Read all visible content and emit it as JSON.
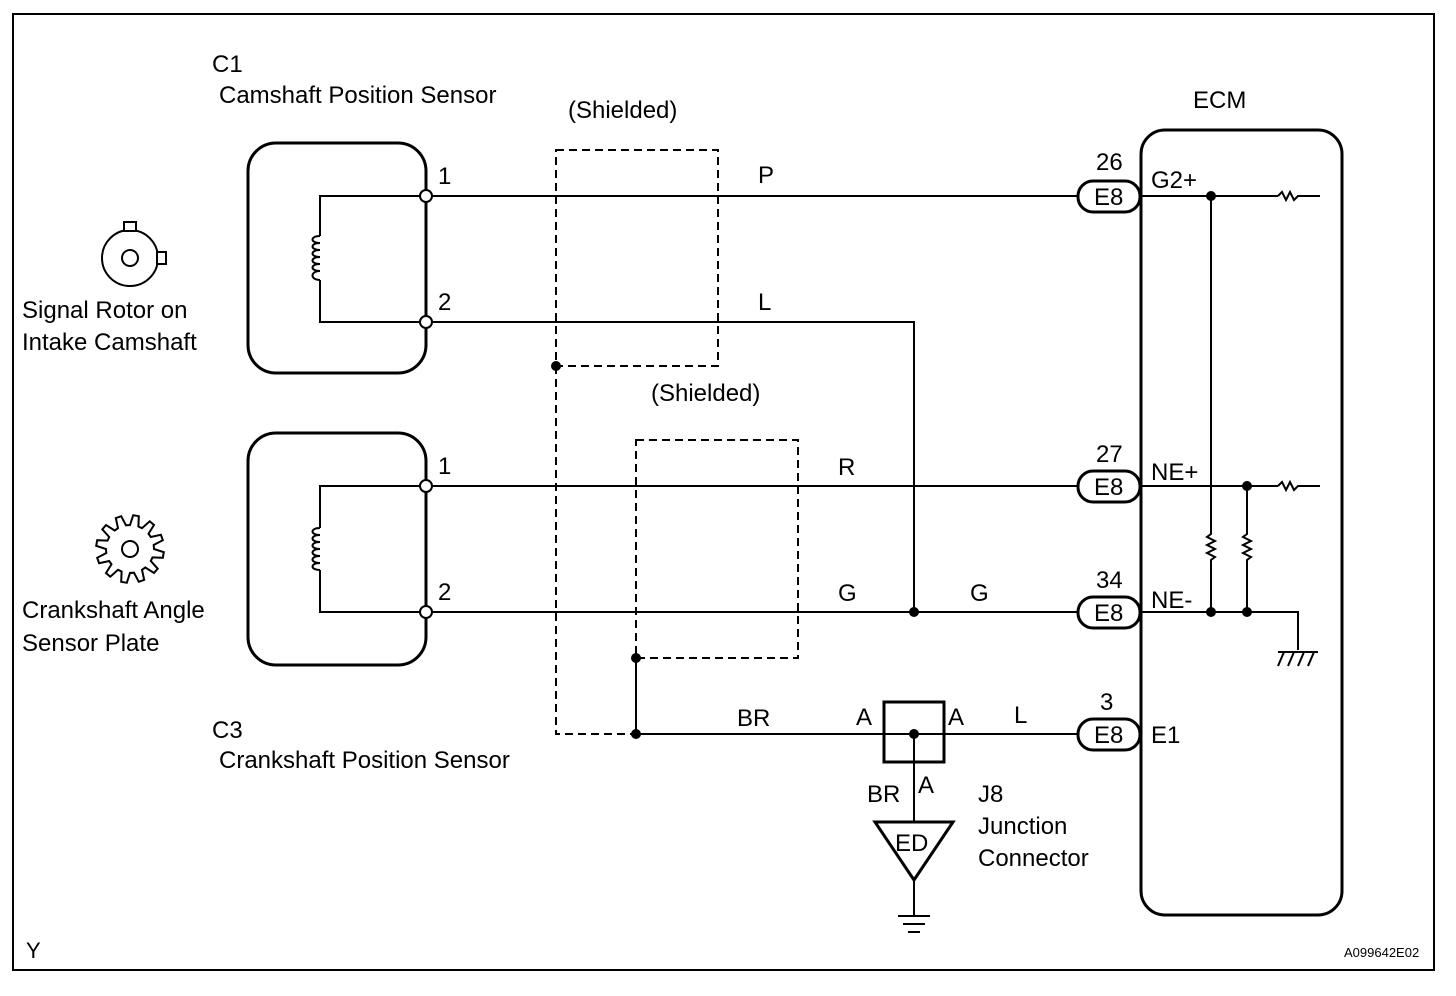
{
  "sensor_cam": {
    "code": "C1",
    "name": "Camshaft Position Sensor",
    "pin1": "1",
    "pin2": "2"
  },
  "sensor_crank": {
    "code": "C3",
    "name": "Crankshaft Position Sensor",
    "pin1": "1",
    "pin2": "2"
  },
  "rotor_cam": {
    "line1": "Signal Rotor on",
    "line2": "Intake Camshaft"
  },
  "rotor_crank": {
    "line1": "Crankshaft Angle",
    "line2": "Sensor Plate"
  },
  "shield_top": "(Shielded)",
  "shield_bottom": "(Shielded)",
  "wires": {
    "cam1": "P",
    "cam2": "L",
    "crank1": "R",
    "crank2_left": "G",
    "crank2_right": "G",
    "shield_br": "BR",
    "e1": "L",
    "ground_br": "BR"
  },
  "ecm": {
    "title": "ECM",
    "pins": [
      {
        "num": "26",
        "conn": "E8",
        "name": "G2+"
      },
      {
        "num": "27",
        "conn": "E8",
        "name": "NE+"
      },
      {
        "num": "34",
        "conn": "E8",
        "name": "NE-"
      },
      {
        "num": "3",
        "conn": "E8",
        "name": "E1"
      }
    ]
  },
  "junction": {
    "pin_left": "A",
    "pin_right": "A",
    "pin_bottom": "A",
    "code": "J8",
    "line1": "Junction",
    "line2": "Connector"
  },
  "ground_label": "ED",
  "footer": {
    "left": "Y",
    "right": "A099642E02"
  }
}
